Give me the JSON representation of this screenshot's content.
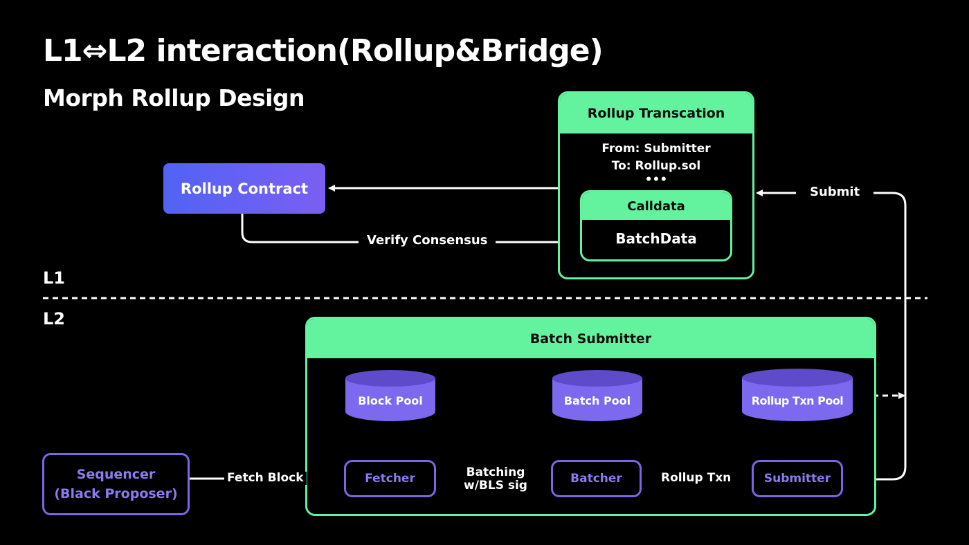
{
  "header": {
    "title": "L1⇔L2 interaction(Rollup&Bridge)",
    "subtitle": "Morph Rollup Design"
  },
  "layers": {
    "l1": "L1",
    "l2": "L2"
  },
  "l1": {
    "rollup_contract": "Rollup Contract",
    "rollup_transaction": {
      "title": "Rollup Transcation",
      "from": "From: Submitter",
      "to": "To: Rollup.sol",
      "ellipsis": "•••",
      "calldata": {
        "title": "Calldata",
        "body": "BatchData"
      }
    },
    "edges": {
      "verify": "Verify Consensus",
      "submit": "Submit"
    }
  },
  "l2": {
    "sequencer": {
      "line1": "Sequencer",
      "line2": "(Black Proposer)"
    },
    "batch_submitter": {
      "title": "Batch Submitter",
      "pools": [
        "Block Pool",
        "Batch Pool",
        "Rollup Txn Pool"
      ],
      "components": [
        "Fetcher",
        "Batcher",
        "Submitter"
      ]
    },
    "edges": {
      "fetch_block": "Fetch Block",
      "batching_line1": "Batching",
      "batching_line2": "w/BLS sig",
      "rollup_txn": "Rollup Txn"
    }
  },
  "colors": {
    "background": "#000000",
    "green": "#63f39f",
    "purple": "#7a66e6",
    "pool_fill": "#7d68f0",
    "pool_top": "#5d4bc9",
    "gradient_start": "#5163f5",
    "gradient_end": "#7a5ff2"
  }
}
